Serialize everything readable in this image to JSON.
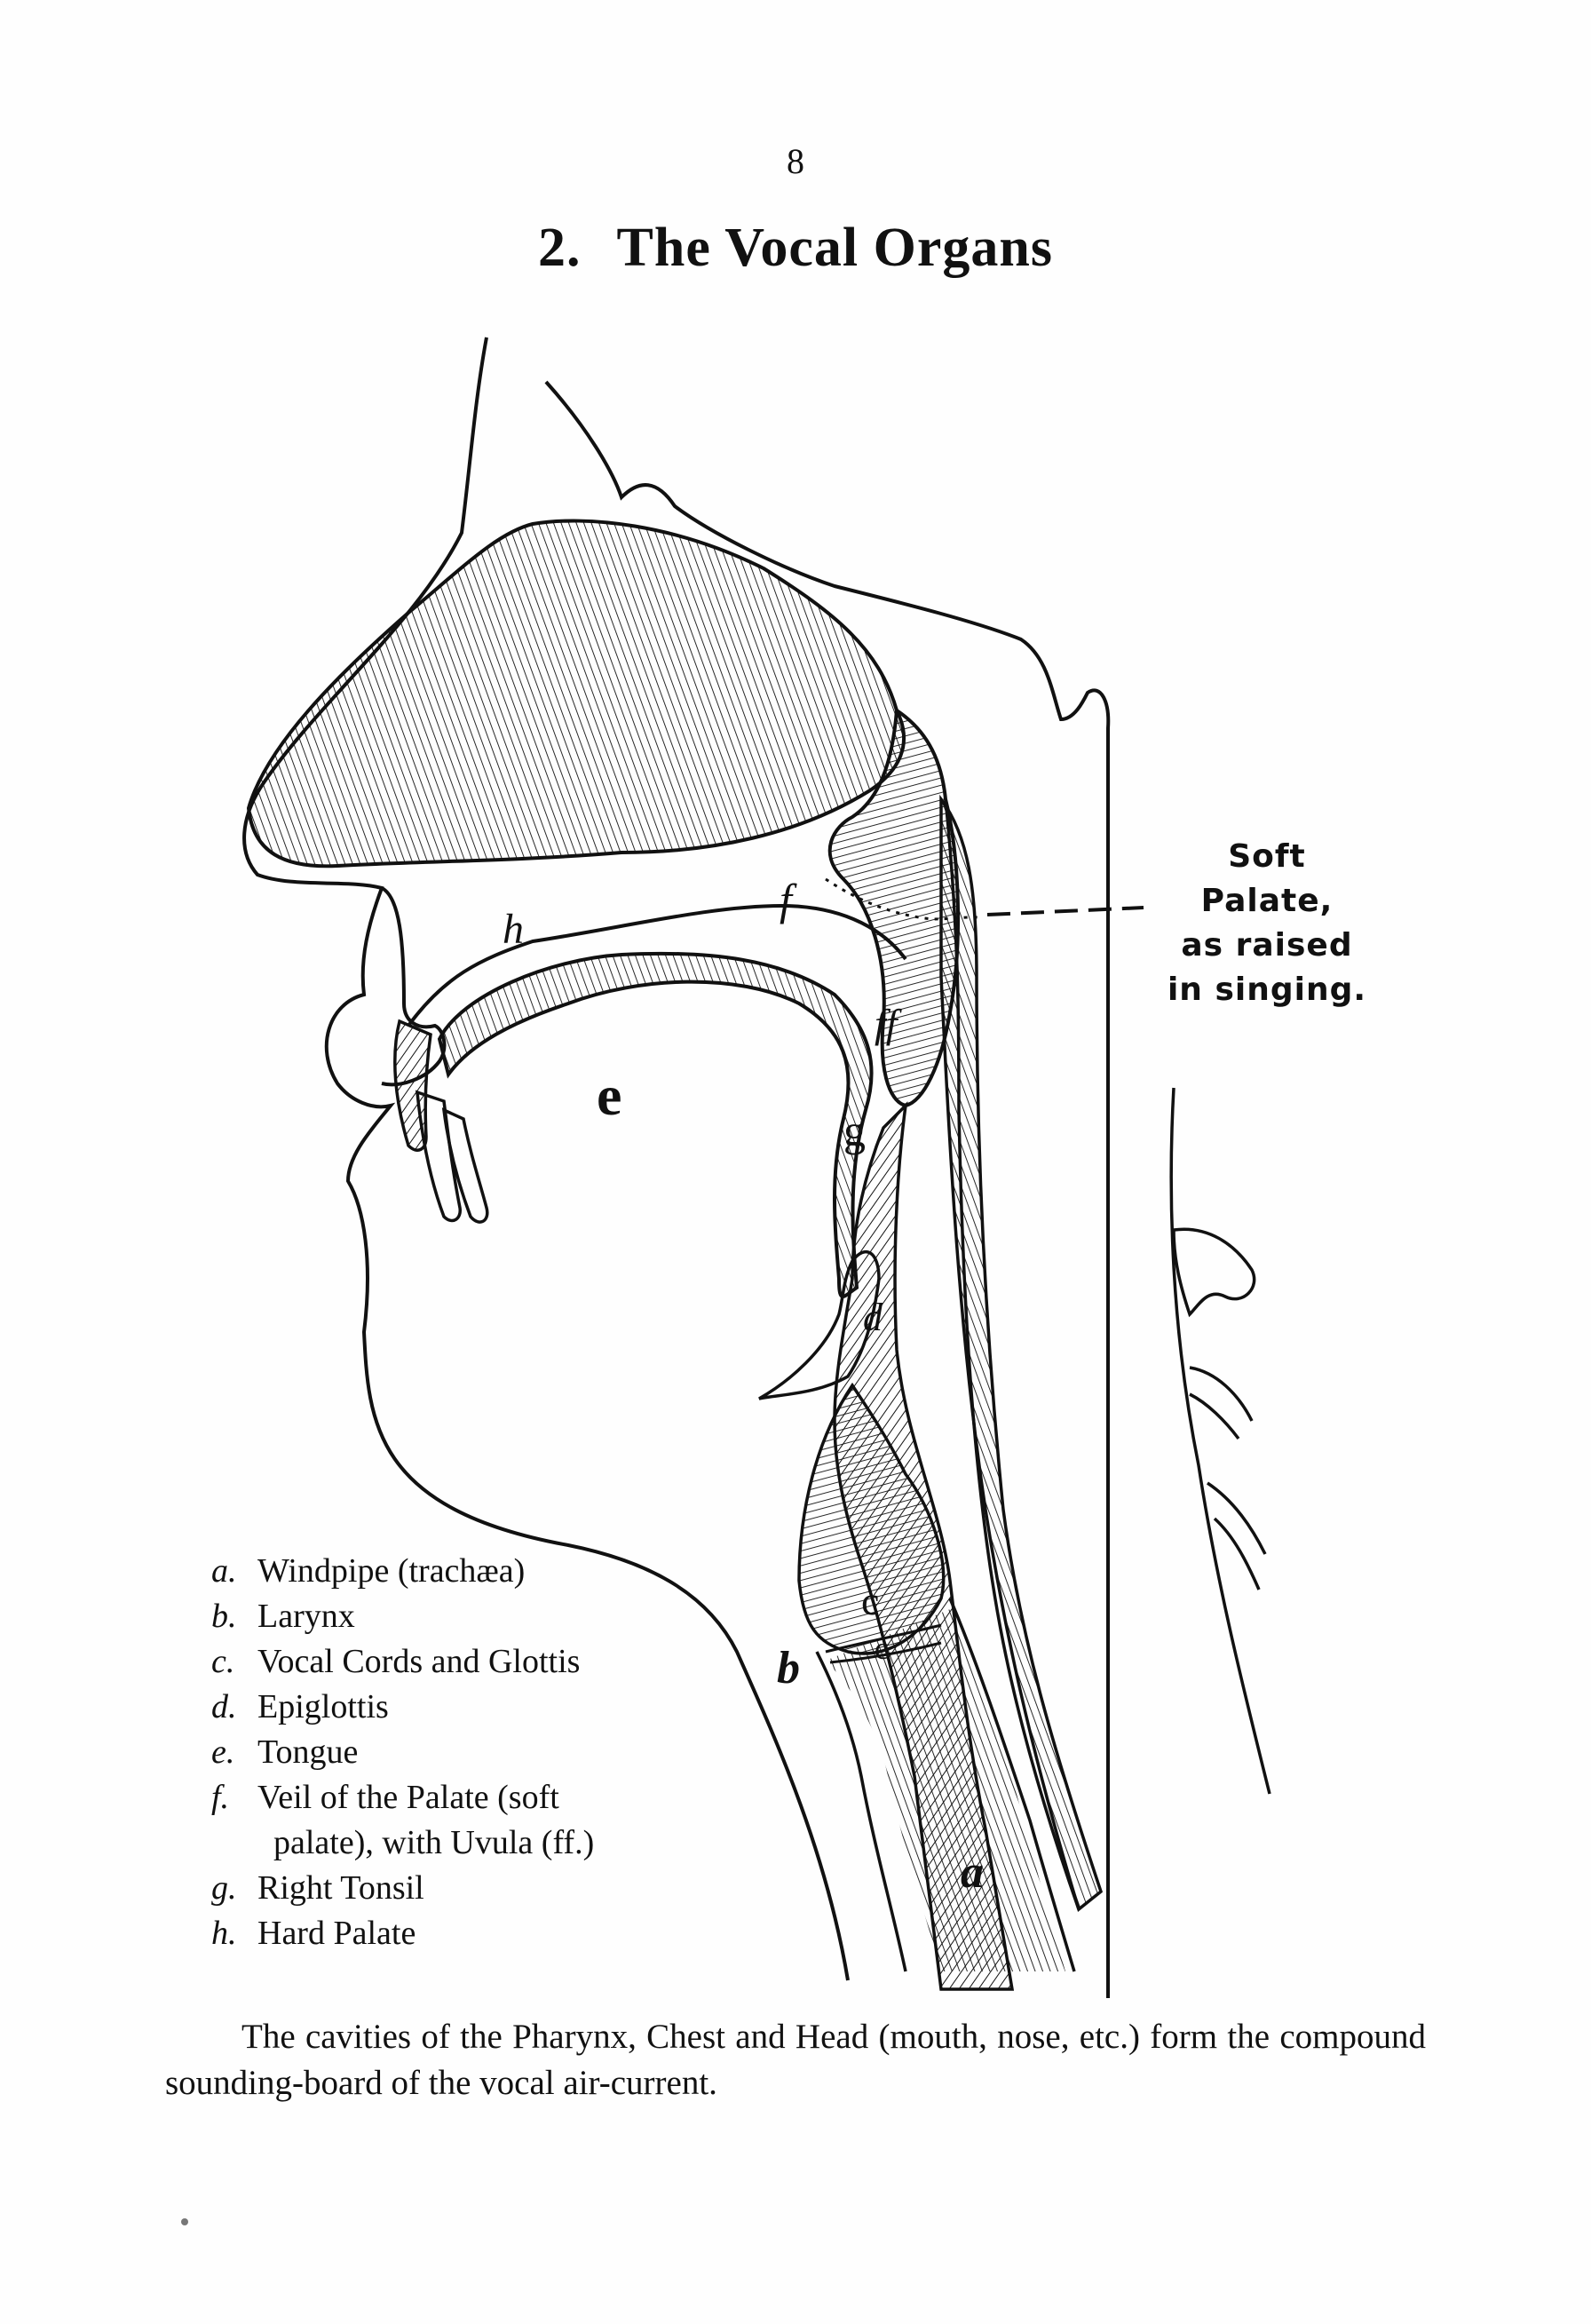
{
  "page_number": "8",
  "title": {
    "number": "2.",
    "text": "The Vocal Organs"
  },
  "callout": {
    "lines": [
      "Soft Palate,",
      "as raised",
      "in singing."
    ]
  },
  "figure_labels": {
    "a": "a",
    "b": "b",
    "c1": "c",
    "c2": "c",
    "d": "d",
    "e": "e",
    "f": "f",
    "ff": "ff",
    "g": "g",
    "h": "h"
  },
  "legend": [
    {
      "key": "a.",
      "text": "Windpipe (trachæa)"
    },
    {
      "key": "b.",
      "text": "Larynx"
    },
    {
      "key": "c.",
      "text": "Vocal Cords and Glottis"
    },
    {
      "key": "d.",
      "text": "Epiglottis"
    },
    {
      "key": "e.",
      "text": "Tongue"
    },
    {
      "key": "f.",
      "text": "Veil of the Palate (soft",
      "cont": "palate), with Uvula (ff.)"
    },
    {
      "key": "g.",
      "text": "Right Tonsil"
    },
    {
      "key": "h.",
      "text": "Hard Palate"
    }
  ],
  "caption": "The cavities of the Pharynx, Chest and Head (mouth, nose, etc.) form the compound sounding-board of the vocal air-current."
}
